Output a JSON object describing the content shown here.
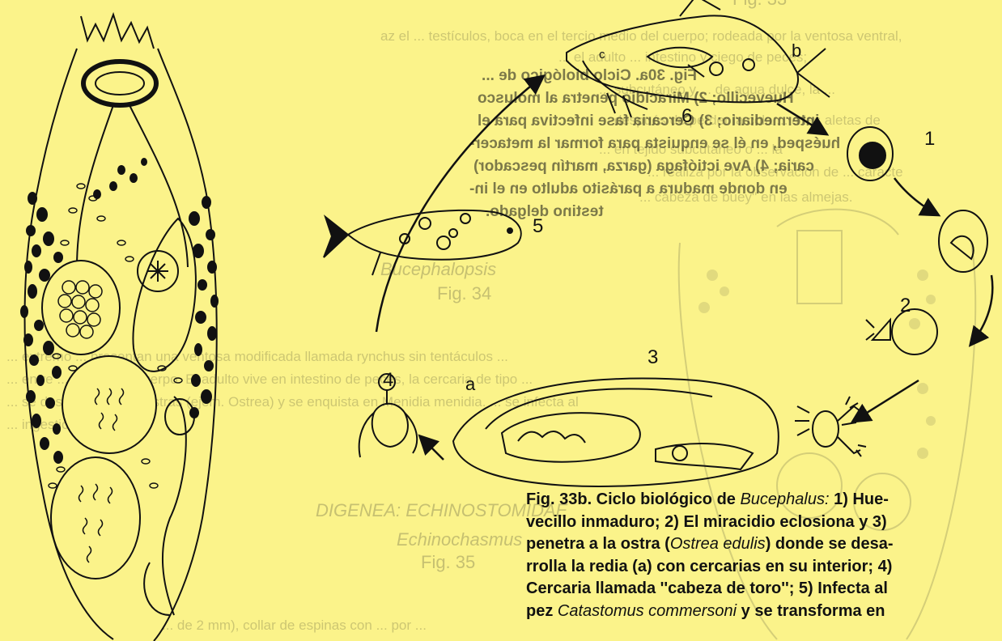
{
  "background_color": "#fbf38a",
  "ink_color": "#111111",
  "ghost_text": {
    "fig_top": "Fig. 33",
    "p1": "az el ...       testículos, boca en el tercio medio del cuerpo; rodeada por la ventosa ventral,",
    "p2": "... el adulto ... intestino y ciego de peces;",
    "p3": "... subcutáneo y ... de agua dulce, la ...",
    "p4": "... después de perder la cola ... a las aletas de",
    "p5": "... en tejido subcutáneo o ... la",
    "p6": "... realiza por la observación de ... caracte",
    "p7": "... cabeza de buey'' en las almejas.",
    "genus": "Bucephalopsis",
    "fig34": "Fig. 34",
    "p8": "... extremo ... presentan una ventosa modificada llamada rynchus sin tentáculos ...",
    "p9": "... entre ... medio del cuerpo. El adulto vive en intestino de peces, la cercaria de tipo ...",
    "p10": "... se desarrolla en las ostras (ejem. Ostrea) y se enquista en Menidia menidia. ... se infecta al",
    "p11": "... ingestión ... cercaria.",
    "heading": "DIGENEA: ECHINOSTOMIDAE",
    "genus2": "Echinochasmus",
    "fig35": "Fig. 35",
    "p12": "... de 2 mm), collar de espinas con ... por ...",
    "mirror1": "Fig. 30a. Ciclo biológico de ...",
    "mirror2": "Huevecillo; 2) Miracidio penetra al molusco",
    "mirror3": "intermediario; 3) Cercaria fase infectiva para el",
    "mirror4": "huésped, en él se enquista para formar la metacer-",
    "mirror5": "caria; 4) Ave ictiófaga (garza, martín pescador)",
    "mirror6": "en donde madura a parásito adulto en el in-",
    "mirror7": "testino delgado."
  },
  "labels": {
    "n1": "1",
    "n2": "2",
    "n3": "3",
    "n4": "4",
    "n5": "5",
    "n6": "6",
    "a": "a",
    "b": "b",
    "c": "c"
  },
  "caption": {
    "l1_a": "Fig. 33b. Ciclo biológico de ",
    "l1_b": "Bucephalus:",
    "l1_c": " 1) Hue-",
    "l2": "vecillo inmaduro; 2) El miracidio eclosiona y 3)",
    "l3_a": "penetra a la ostra (",
    "l3_b": "Ostrea edulis",
    "l3_c": ") donde se desa-",
    "l4": "rrolla la redia (a) con cercarias en su interior; 4)",
    "l5": "Cercaria llamada ''cabeza de toro''; 5) Infecta al",
    "l6_a": "pez ",
    "l6_b": "Catastomus commersoni",
    "l6_c": " y se transforma en"
  }
}
